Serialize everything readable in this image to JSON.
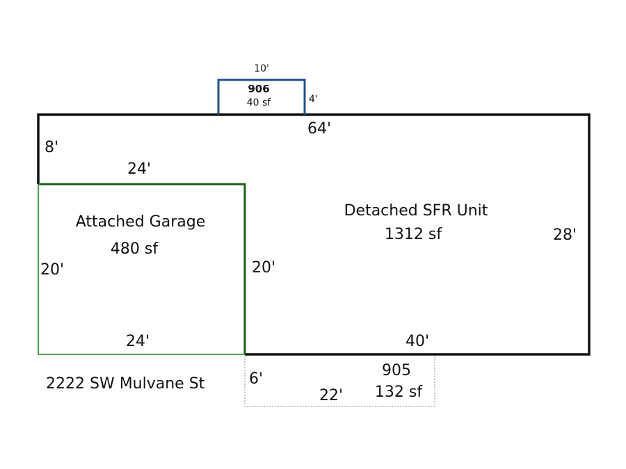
{
  "colors": {
    "main_outline": "#111111",
    "garage_outline_top": "#1a5c1a",
    "garage_outline": "#3a9a3a",
    "addition_outline": "#1f4f8f",
    "patio_outline": "#888888"
  },
  "main_unit": {
    "name": "Detached SFR Unit",
    "area": "1312 sf",
    "dim_top": "64'",
    "dim_left": "8'",
    "dim_right": "28'",
    "dim_bottom": "40'"
  },
  "garage": {
    "name": "Attached Garage",
    "area": "480 sf",
    "dim_top": "24'",
    "dim_left": "20'",
    "dim_right": "20'",
    "dim_bottom": "24'"
  },
  "addition": {
    "id": "906",
    "area": "40 sf",
    "dim_top": "10'",
    "dim_right": "4'"
  },
  "patio": {
    "id": "905",
    "area": "132 sf",
    "dim_left": "6'",
    "dim_bottom": "22'"
  },
  "address": "2222 SW Mulvane St"
}
